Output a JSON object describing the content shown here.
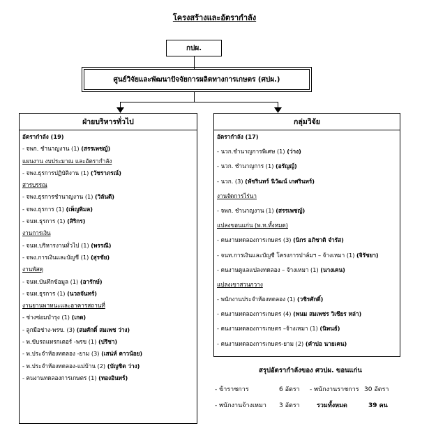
{
  "title": "โครงสร้างและอัตรากำลัง",
  "top_box": "กปผ.",
  "middle_box": "ศูนย์วิจัยและพัฒนาปัจจัยการผลิตทางการเกษตร (ศปผ.)",
  "left_panel": {
    "header": "ฝ่ายบริหารทั่วไป",
    "rows": [
      {
        "text": "อัตรากำลัง (19)",
        "type": "head"
      },
      {
        "text": "- จพก. ชำนาญงาน (1)",
        "bold": "(สรรเพชญ์)",
        "type": "item"
      },
      {
        "text": "แผนงาน งบประมาณ และอัตรากำลัง",
        "type": "section"
      },
      {
        "text": "- จพง.ธุรการปฏิบัติงาน (1)",
        "bold": "(วัชราภรณ์)",
        "type": "item"
      },
      {
        "text": "สารบรรณ",
        "type": "section"
      },
      {
        "text": "- จพง.ธุรการชำนาญงาน (1)",
        "bold": "(วิลันดี)",
        "type": "item"
      },
      {
        "text": "- จพง.ธุรการ (1)",
        "bold": "(เพ็ญพิมล)",
        "type": "item"
      },
      {
        "text": "- จนท.ธุรการ (1)",
        "bold": "(สิริกร)",
        "type": "item"
      },
      {
        "text": "งานการเงิน",
        "type": "section"
      },
      {
        "text": "- จนท.บริหารงานทั่วไป (1)",
        "bold": "(พรรณี)",
        "type": "item"
      },
      {
        "text": "- จพง.การเงินและบัญชี (1)",
        "bold": "(สุรชัย)",
        "type": "item"
      },
      {
        "text": "งานพัสดุ",
        "type": "section"
      },
      {
        "text": "- จนท.บันทึกข้อมูล (1)",
        "bold": "(อารักษ์)",
        "type": "item"
      },
      {
        "text": "- จนท.ธุรการ (1)",
        "bold": "(นวลจันทร์)",
        "type": "item"
      },
      {
        "text": "งานยานพาหนะและอาคารสถานที่",
        "type": "section"
      },
      {
        "text": "- ช่างซ่อมบำรุง (1)",
        "bold": "(เกด)",
        "type": "item"
      },
      {
        "text": "- ลูกมือช่าง-พรข. (3)",
        "bold": "(สมศักดิ์ สมเพช ว่าง)",
        "type": "item"
      },
      {
        "text": "- พ.ขับรถแทรกเตอร์ -พรข (1)",
        "bold": "(ปรีชา)",
        "type": "item"
      },
      {
        "text": "- พ.ประจำห้องทดลอง -ยาม (3)",
        "bold": "(เสน่ห์ คาวน้อย)",
        "type": "item"
      },
      {
        "text": "- พ.ประจำห้องทดลอง-แม่บ้าน (2)",
        "bold": "(บัญชิต ว่าง)",
        "type": "item"
      },
      {
        "text": "- คนงานทดลองการเกษตร (1)",
        "bold": "(ทองอินทร์)",
        "type": "item"
      }
    ]
  },
  "right_panel": {
    "header": "กลุ่มวิจัย",
    "rows": [
      {
        "text": "อัตรากำลัง (17)",
        "type": "head"
      },
      {
        "text": "- นวก.ชำนาญการพิเศษ (1)",
        "bold": "(ว่าง)",
        "type": "item"
      },
      {
        "text": "- นวก. ชำนาญการ (1)",
        "bold": "(อรัญญ์)",
        "type": "item"
      },
      {
        "text": "- นวก. (3)",
        "bold": "(พัชรินทร์ นิวัฒน์ เกศรินทร์)",
        "type": "item"
      },
      {
        "text": "งานจัดการไร่นา",
        "type": "section"
      },
      {
        "text": "- จพก. ชำนาญงาน (1)",
        "bold": "(สรรเพชญ์)",
        "type": "item"
      },
      {
        "text": "แปลงขอนแก่น (พ.ท.ทั้งหมด)",
        "type": "section"
      },
      {
        "text": "- คนงานทดลองการเกษตร (3)",
        "bold": "(นิกร อภิชาติ จำรัส)",
        "type": "item"
      },
      {
        "text": "- จนท.การเงินและบัญชี โครงการปาล์มฯ – จ้างเหมา (1)",
        "bold": "(จิรัชยา)",
        "type": "item"
      },
      {
        "text": "- คนงานดูแลแปลงทดลอง – จ้างเหมา (1)",
        "bold": "(นางเคน)",
        "type": "item"
      },
      {
        "text": "แปลงเขาสวนกวาง",
        "type": "section"
      },
      {
        "text": "- พนักงานประจำห้องทดลอง (1)",
        "bold": "(วชิรศักดิ์)",
        "type": "item"
      },
      {
        "text": "- คนงานทดลองการเกษตร (4)",
        "bold": "(พนม สมเพชร วิเชียร หล่า)",
        "type": "item"
      },
      {
        "text": "- คนงานทดลองการเกษตร –จ้างเหมา (1)",
        "bold": "(นิพนธ์)",
        "type": "item"
      },
      {
        "text": "- คนงานทดลองการเกษตร-ยาม (2)",
        "bold": "(คำปอ นายเคน)",
        "type": "item"
      }
    ]
  },
  "summary": {
    "title": "สรุปอัตรากำลังของ ศวปผ. ขอนแก่น",
    "gov_label": "- ข้าราชการ",
    "gov_value": "6 อัตรา",
    "emp_label": "- พนักงานราชการ",
    "emp_value": "30 อัตรา",
    "hire_label": "- พนักงานจ้างเหมา",
    "hire_value": "3 อัตรา",
    "total_label": "รวมทั้งหมด",
    "total_value": "39 คน"
  }
}
